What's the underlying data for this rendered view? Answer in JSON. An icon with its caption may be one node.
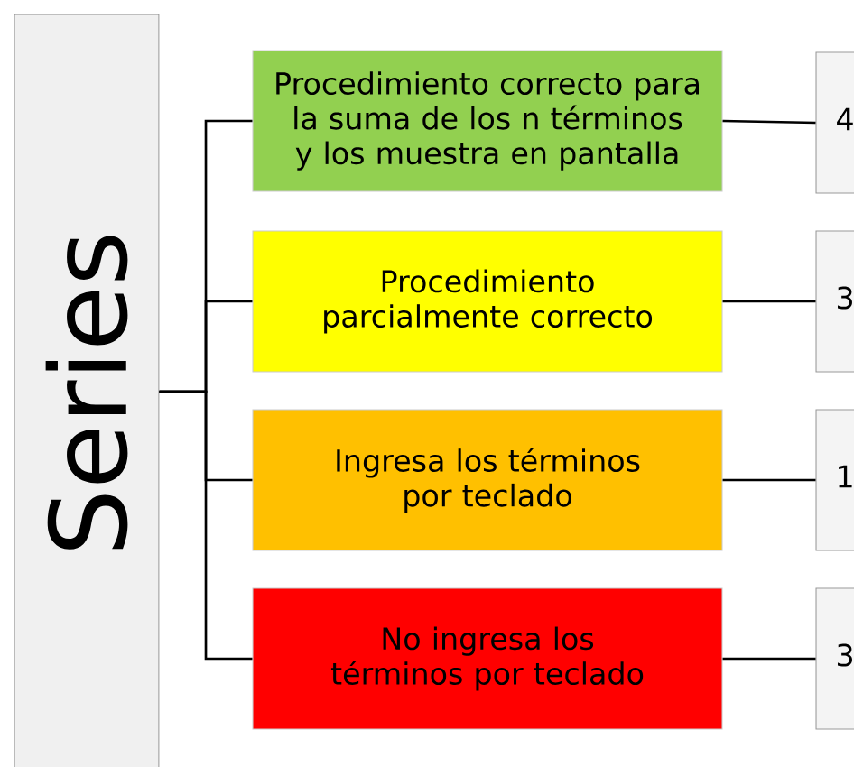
{
  "diagram": {
    "nodes": [
      {
        "text": [
          "Series"
        ]
      },
      {
        "text": [
          "Procedimiento correcto para la suma de los n términos y los muestra en pantalla"
        ]
      },
      {
        "text": [
          "Procedimiento parcialmente correcto"
        ]
      },
      {
        "text": [
          "Ingresa los términos por teclado"
        ]
      },
      {
        "text": [
          "No ingresa los términos por teclado"
        ]
      },
      {
        "text": [
          "4"
        ]
      },
      {
        "text": [
          "3"
        ]
      },
      {
        "text": [
          "1"
        ]
      },
      {
        "text": [
          "3"
        ]
      }
    ],
    "edges": [
      {
        "from": 0,
        "to": 1,
        "arrow": "none"
      },
      {
        "from": 0,
        "to": 2,
        "arrow": "none"
      },
      {
        "from": 0,
        "to": 3,
        "arrow": "none"
      },
      {
        "from": 0,
        "to": 4,
        "arrow": "none"
      },
      {
        "from": 1,
        "to": 5,
        "arrow": "none"
      },
      {
        "from": 2,
        "to": 6,
        "arrow": "none"
      },
      {
        "from": 3,
        "to": 7,
        "arrow": "none"
      },
      {
        "from": 4,
        "to": 8,
        "arrow": "none"
      }
    ]
  }
}
